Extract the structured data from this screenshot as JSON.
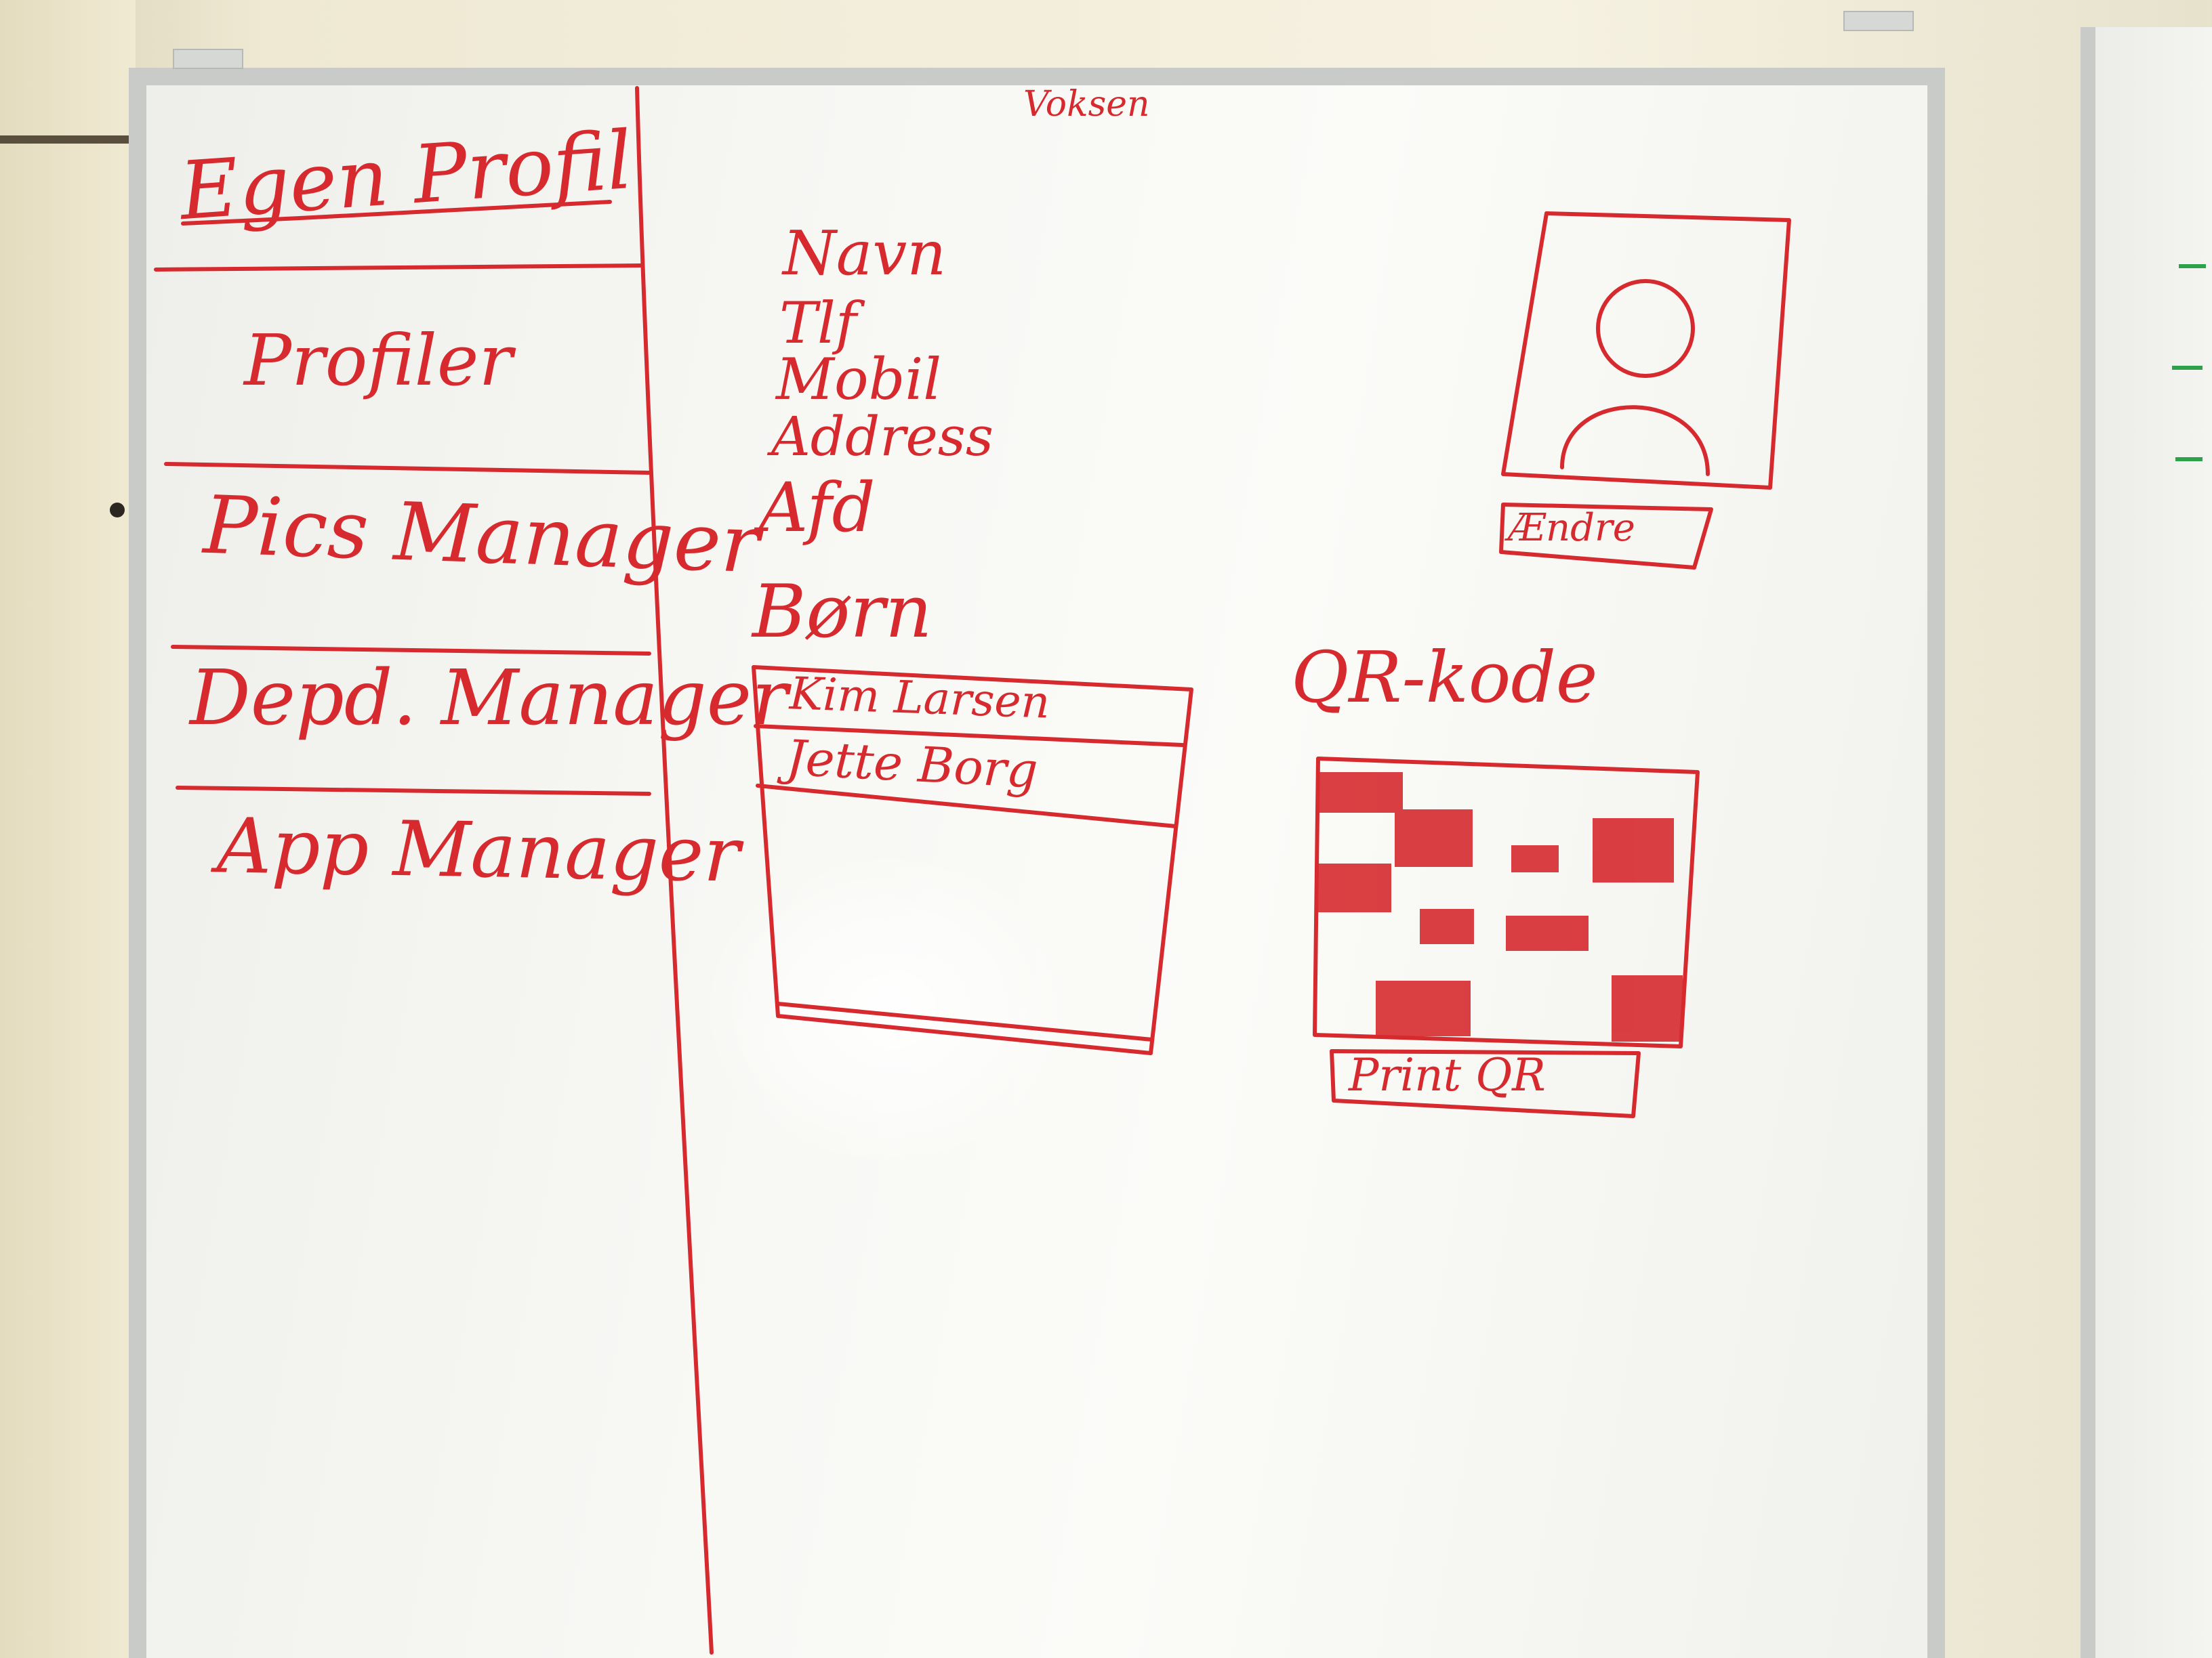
{
  "board": {
    "header": "Voksen"
  },
  "sidebar": {
    "items": [
      {
        "label": "Egen Profil"
      },
      {
        "label": "Profiler"
      },
      {
        "label": "Pics Manager"
      },
      {
        "label": "Depd. Manager"
      },
      {
        "label": "App Manager"
      }
    ]
  },
  "profile_fields": [
    "Navn",
    "Tlf",
    "Mobil",
    "Address",
    "Afd"
  ],
  "children": {
    "heading": "Børn",
    "list": [
      "Kim Larsen",
      "Jette Borg"
    ]
  },
  "photo": {
    "edit_button": "Ændre"
  },
  "qr": {
    "heading": "QR-kode",
    "print_button": "Print QR"
  },
  "colors": {
    "ink": "#d62a2f",
    "board": "#f7f7f4",
    "frame": "#c9cbc8"
  }
}
